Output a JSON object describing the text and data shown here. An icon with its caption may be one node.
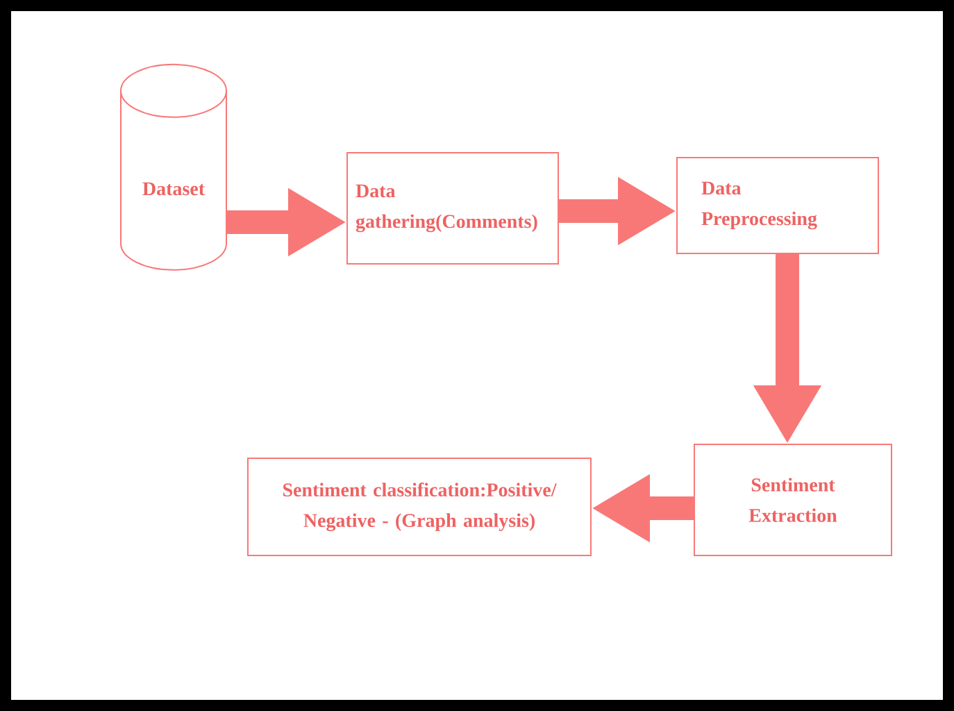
{
  "diagram": {
    "nodes": [
      {
        "text": [
          "Dataset"
        ]
      },
      {
        "text": [
          "Data gathering(Comments)"
        ]
      },
      {
        "text": [
          "Data Preprocessing"
        ]
      },
      {
        "text": [
          "Sentiment Extraction"
        ]
      },
      {
        "text": [
          "Sentiment classification:Positive/ Negative - (Graph analysis)"
        ]
      }
    ],
    "edges": [
      {
        "from": 0,
        "to": 1,
        "arrow": "to"
      },
      {
        "from": 1,
        "to": 2,
        "arrow": "to"
      },
      {
        "from": 2,
        "to": 3,
        "arrow": "to"
      },
      {
        "from": 3,
        "to": 4,
        "arrow": "to"
      }
    ]
  }
}
